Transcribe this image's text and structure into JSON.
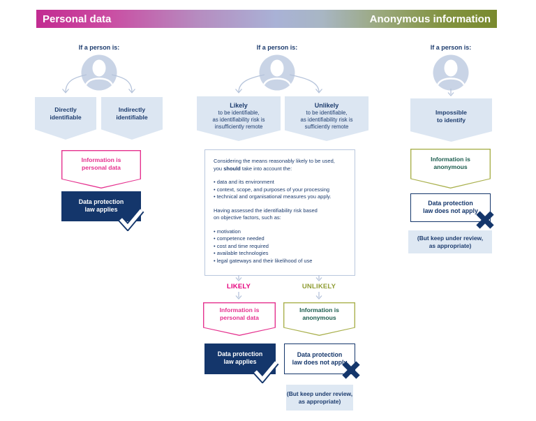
{
  "colors": {
    "pink": "#e5308e",
    "olive_border": "#a9b04c",
    "olive_label": "#8f9c33",
    "navy": "#14366b",
    "teal_green": "#1a5c4d",
    "light_blue_fill": "#dce6f2",
    "header_gradient_left": "#c22c91",
    "header_gradient_right": "#798a2e"
  },
  "icons": {
    "person": "person-icon",
    "check": "check-icon",
    "cross": "cross-icon",
    "arrow": "arrow-down-icon"
  },
  "header": {
    "personal": "Personal data",
    "anonymous": "Anonymous information"
  },
  "left": {
    "prompt": "If a person is:",
    "directly": "Directly\nidentifiable",
    "indirectly": "Indirectly\nidentifiable",
    "info_personal": "Information is\npersonal data",
    "law_applies": "Data protection\nlaw applies"
  },
  "middle": {
    "prompt": "If a person is:",
    "likely_title": "Likely",
    "likely_body": "to be identifiable,\nas identifiability risk is\ninsufficiently remote",
    "unlikely_title": "Unlikely",
    "unlikely_body": "to be identifiable,\nas identifiability risk is\nsufficiently remote",
    "consider_intro_pre": "Considering the means reasonably likely to be used,\nyou ",
    "consider_intro_bold": "should",
    "consider_intro_post": " take into account the:",
    "consider_bullets": [
      "data and its environment",
      "context, scope, and purposes of your processing",
      "technical and organisational measures you apply."
    ],
    "assess_intro": "Having assessed the identifiability risk based\non objective factors, such as:",
    "assess_bullets": [
      "motivation",
      "competence needed",
      "cost and time required",
      "available technologies",
      "legal gateways and their likelihood of use"
    ],
    "likely_label": "LIKELY",
    "unlikely_label": "UNLIKELY",
    "info_personal": "Information is\npersonal data",
    "info_anonymous": "Information is\nanonymous",
    "law_applies": "Data protection\nlaw applies",
    "law_not_apply": "Data protection\nlaw does not apply",
    "keep_review": "(But keep under review,\nas appropriate)"
  },
  "right": {
    "prompt": "If a person is:",
    "impossible": "Impossible\nto identify",
    "info_anonymous": "Information is\nanonymous",
    "law_not_apply": "Data protection\nlaw does not apply",
    "keep_review": "(But keep under review,\nas appropriate)"
  }
}
